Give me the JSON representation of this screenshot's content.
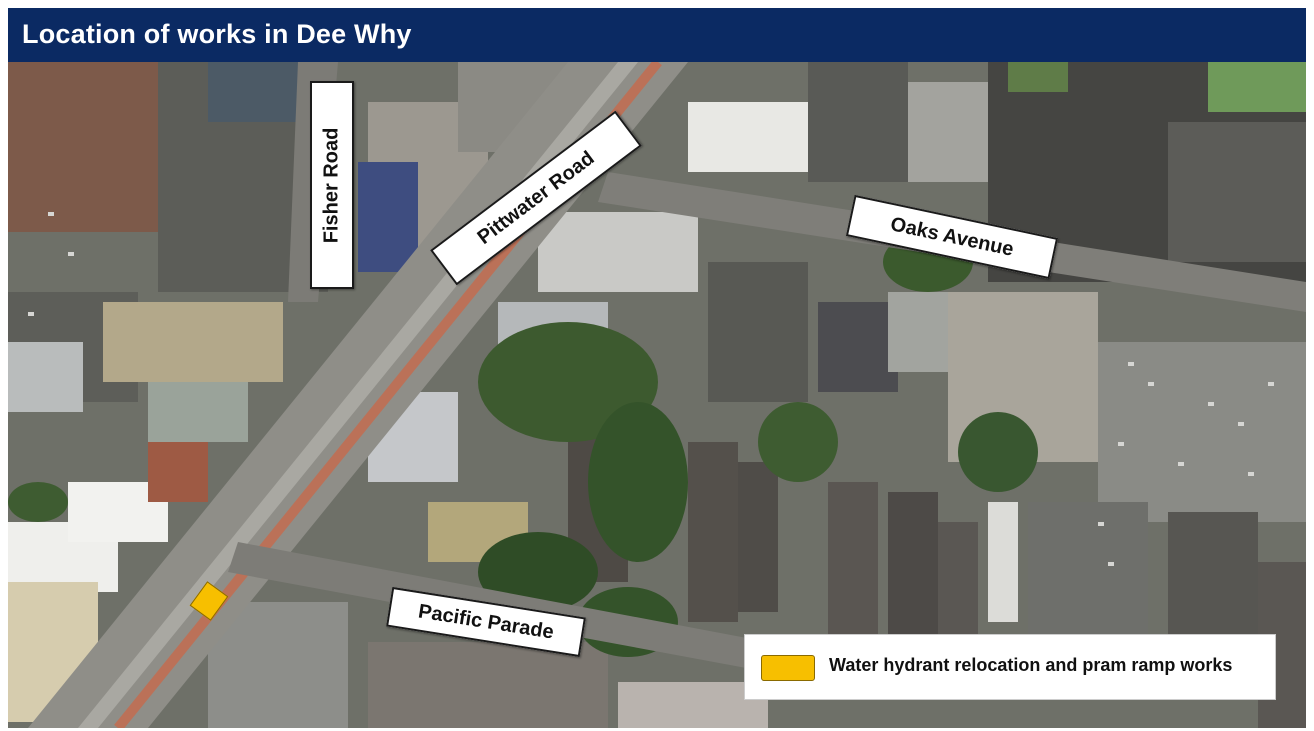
{
  "title": "Location of works in Dee Why",
  "roads": {
    "fisher": "Fisher Road",
    "pittwater": "Pittwater Road",
    "oaks": "Oaks Avenue",
    "pacific": "Pacific Parade"
  },
  "legend": {
    "label": "Water hydrant relocation and pram ramp works",
    "color": "#f7bf00"
  },
  "colors": {
    "title_bar": "#0b2a63",
    "works": "#f7bf00"
  }
}
